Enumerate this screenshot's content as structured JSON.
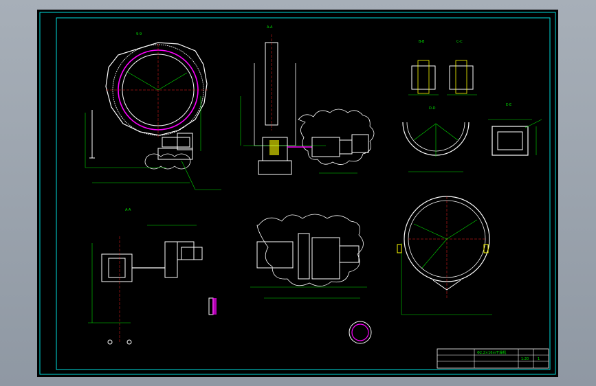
{
  "drawing": {
    "background": "#000000",
    "frame_color": "#00e0e0",
    "line_color": "#ffffff",
    "dim_color": "#00e000",
    "hatch_color": "#ff00ff",
    "cloud_color": "#ffffff",
    "accent_color": "#ffff00"
  },
  "views": {
    "section_label": "9-9",
    "top_label": "A-A",
    "shaft_top": "A-A",
    "section_b": "B-B",
    "section_c": "C-C",
    "section_d": "D-D",
    "section_e": "E-E"
  },
  "title_block": {
    "title": "Φ2.2×16m干燥机",
    "rows": [
      "",
      "",
      ""
    ],
    "scale": "1:20",
    "sheet": "1"
  }
}
